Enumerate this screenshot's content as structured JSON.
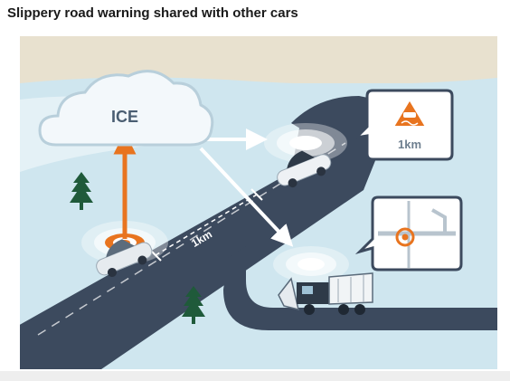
{
  "page": {
    "title": "Slippery road warning shared with other cars"
  },
  "diagram": {
    "cloud_label": "ICE",
    "road_distance_label": "1km",
    "warning_callout_label": "1km",
    "colors": {
      "sky": "#e8e1cf",
      "snow": "#cfe6ef",
      "road": "#3c4a5e",
      "accent": "#e8741f",
      "cloud": "#f3f8fb",
      "arrow": "#ffffff"
    },
    "icons": [
      "cloud-icon",
      "car-icon",
      "snowplow-icon",
      "tree-icon",
      "slippery-road-sign-icon",
      "map-location-icon"
    ]
  }
}
